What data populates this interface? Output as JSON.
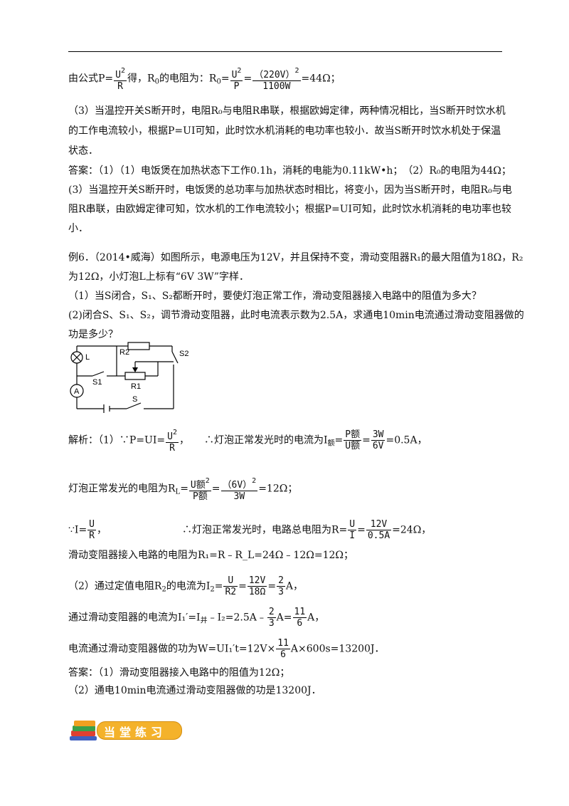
{
  "p1": {
    "pre": "由公式P=",
    "mid": "得，R",
    "mid2": "的电阻为：R",
    "eq": "=",
    "f1n": "U",
    "f1d": "R",
    "f2n": "U",
    "f2d": "P",
    "f3n": "（220V）",
    "f3d": "1100W",
    "end": "=44Ω；"
  },
  "p3": [
    "（3）当温控开关S断开时，电阻R₀与电阻R串联，根据欧姆定律，两种情况相比，当S断开时饮水机",
    "的工作电流较小，根据P=UI可知，此时饮水机消耗的电功率也较小．故当S断开时饮水机处于保温",
    "状态．"
  ],
  "ans1": [
    "答案：（1）（1）电饭煲在加热状态下工作0.1h，消耗的电能为0.11kW•h；　（2）R₀的电阻为44Ω；",
    "(3）当温控开关S断开时，电饭煲的总功率与加热状态时相比，将变小，因为当S断开时，电阻R₀与电",
    "阻R串联，由欧姆定律可知，饮水机的工作电流较小；根据P=UI可知，此时饮水机消耗的电功率也较",
    "小．"
  ],
  "ex6": [
    "例6．（2014•威海）如图所示，电源电压为12V，并且保持不变，滑动变阻器R₁的最大阻值为18Ω，R₂",
    "为12Ω，小灯泡L上标有“6V 3W”字样．",
    "（1）当S闭合，S₁、S₂都断开时，要使灯泡正常工作，滑动变阻器接入电路中的阻值为多大？",
    "(2)闭合S、S₁、S₂，调节滑动变阻器，此时电流表示数为2.5A，求通电10min电流通过滑动变阻器做的",
    "功是多少？"
  ],
  "circuit": {
    "L": "L",
    "R2": "R2",
    "S2": "S2",
    "S1": "S1",
    "R1": "R1",
    "A": "A",
    "S": "S"
  },
  "sol": {
    "l1a": "解析：（1）∵P=UI=",
    "l1b": "，　　∴灯泡正常发光时的电流为I",
    "l1sub": "额",
    "l1c": "=",
    "l1d": "=",
    "l1e": "=0.5A，",
    "fUn": "U",
    "fRd": "R",
    "fPn": "P额",
    "fUd": "U额",
    "f3Wn": "3W",
    "f6Vd": "6V",
    "l2a": "灯泡正常发光的电阻为R",
    "l2sub": "L",
    "l2b": "=",
    "l2c": "=",
    "l2d": "=12Ω；",
    "fU2n": "U额",
    "fP2d": "P额",
    "f6Vn": "（6V）",
    "f3Wd": "3W",
    "l3a": "∵I=",
    "l3b": "，",
    "l3c": "∴灯泡正常发光时，电路总电阻为R=",
    "l3d": "=",
    "l3e": "=24Ω，",
    "fIUn": "U",
    "fIRd": "R",
    "fRUn": "U",
    "fRId": "I",
    "f12n": "12V",
    "f05d": "0.5A",
    "l4": "滑动变阻器接入电路的电阻为R₁=R﹣R_L=24Ω﹣12Ω=12Ω；",
    "l5a": "（2）通过定值电阻R",
    "l5sub": "2",
    "l5b": "的电流为I",
    "l5sub2": "2",
    "l5c": "=",
    "l5d": "=",
    "l5e": "=",
    "l5f": "A，",
    "fU5n": "U",
    "fR5d": "R2",
    "f125n": "12V",
    "f18d": "18Ω",
    "f2n": "2",
    "f3d": "3",
    "l6a": "通过滑动变阻器的电流为I₁′=I",
    "l6sub": "并",
    "l6b": "﹣I₂=2.5A﹣",
    "l6c": "A=",
    "l6d": "A，",
    "f6a_n": "2",
    "f6a_d": "3",
    "f6b_n": "11",
    "f6b_d": "6",
    "l7a": "电流通过滑动变阻器做的功为W=UI₁′t=12V×",
    "l7b": "A×600s=13200J．",
    "f7n": "11",
    "f7d": "6"
  },
  "ans2": [
    "答案：（1）滑动变阻器接入电路中的阻值为12Ω；",
    "（2）通电10min电流通过滑动变阻器做的功是13200J．"
  ],
  "badge": {
    "text": "当堂练习"
  }
}
